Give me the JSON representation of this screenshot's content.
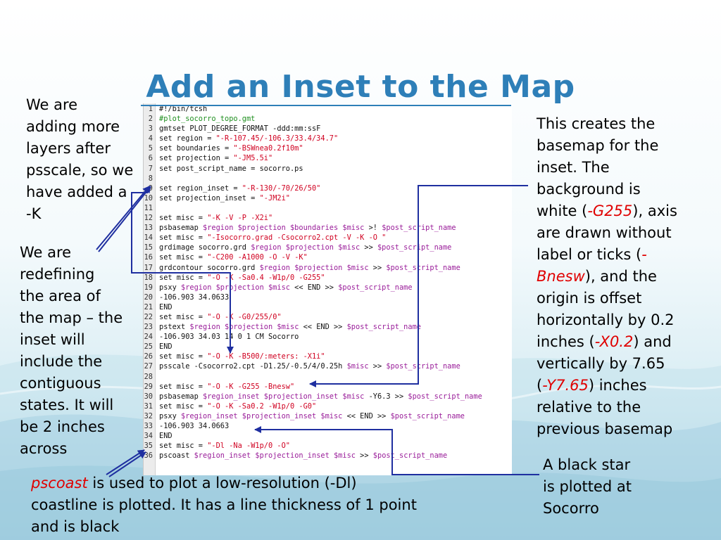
{
  "title": "Add an Inset to the Map",
  "notes": {
    "left_top": [
      "We are",
      "adding more",
      "layers after",
      "psscale, so we",
      "have added a",
      "-K"
    ],
    "left_mid": [
      "We are",
      "redefining",
      "the area of",
      "the map – the",
      "inset will",
      "include the",
      "contiguous",
      "states. It will",
      "be 2 inches",
      "across"
    ],
    "right_top": {
      "l1": "This creates the",
      "l2": "basemap for the",
      "l3": "inset. The",
      "l4": "background is",
      "l5a": "white (",
      "l5b": "-G255",
      "l5c": "), axis",
      "l6": "are drawn without",
      "l7a": "label or ticks (",
      "l7b": "-",
      "l8a": "Bnesw",
      "l8b": "), and the",
      "l9": "origin is offset",
      "l10": "horizontally by 0.2",
      "l11a": "inches  (",
      "l11b": "-X0.2",
      "l11c": ") and",
      "l12": "vertically by 7.65",
      "l13a": "(",
      "l13b": "-Y7.65",
      "l13c": ") inches",
      "l14": "relative to the",
      "l15": "previous basemap"
    },
    "right_bottom": [
      "A black star",
      "is plotted at",
      "Socorro"
    ],
    "bottom": {
      "cmd": "pscoast",
      "rest1": " is used to plot a low-resolution (-Dl)",
      "line2": "coastline is plotted. It has a line thickness of 1 point",
      "line3": "and is black"
    }
  },
  "code_lines": [
    [
      [
        "#!/bin/tcsh",
        "p"
      ]
    ],
    [
      [
        "#plot_socorro_topo.gmt",
        "c"
      ]
    ],
    [
      [
        "gmtset PLOT_DEGREE_FORMAT -ddd:mm:ssF",
        "p"
      ]
    ],
    [
      [
        "set region = ",
        "p"
      ],
      [
        "\"-R-107.45/-106.3/33.4/34.7\"",
        "s"
      ]
    ],
    [
      [
        "set boundaries = ",
        "p"
      ],
      [
        "\"-BSWnea0.2f10m\"",
        "s"
      ]
    ],
    [
      [
        "set projection = ",
        "p"
      ],
      [
        "\"-JM5.5i\"",
        "s"
      ]
    ],
    [
      [
        "set post_script_name = socorro.ps",
        "p"
      ]
    ],
    [
      [
        "",
        "p"
      ]
    ],
    [
      [
        "set region_inset = ",
        "p"
      ],
      [
        "\"-R-130/-70/26/50\"",
        "s"
      ]
    ],
    [
      [
        "set projection_inset = ",
        "p"
      ],
      [
        "\"-JM2i\"",
        "s"
      ]
    ],
    [
      [
        "",
        "p"
      ]
    ],
    [
      [
        "set misc = ",
        "p"
      ],
      [
        "\"-K -V -P -X2i\"",
        "s"
      ]
    ],
    [
      [
        "psbasemap ",
        "p"
      ],
      [
        "$region $projection $boundaries $misc",
        "v"
      ],
      [
        " >! ",
        "p"
      ],
      [
        "$post_script_name",
        "v"
      ]
    ],
    [
      [
        "set misc = ",
        "p"
      ],
      [
        "\"-Isocorro.grad -Csocorro2.cpt -V -K -O \"",
        "s"
      ]
    ],
    [
      [
        "grdimage socorro.grd ",
        "p"
      ],
      [
        "$region $projection $misc",
        "v"
      ],
      [
        " >> ",
        "p"
      ],
      [
        "$post_script_name",
        "v"
      ]
    ],
    [
      [
        "set misc = ",
        "p"
      ],
      [
        "\"-C200 -A1000 -O -V -K\"",
        "s"
      ]
    ],
    [
      [
        "grdcontour socorro.grd ",
        "p"
      ],
      [
        "$region $projection $misc",
        "v"
      ],
      [
        " >> ",
        "p"
      ],
      [
        "$post_script_name",
        "v"
      ]
    ],
    [
      [
        "set misc = ",
        "p"
      ],
      [
        "\"-O -K -Sa0.4 -W1p/0 -G255\"",
        "s"
      ]
    ],
    [
      [
        "psxy ",
        "p"
      ],
      [
        "$region $projection $misc",
        "v"
      ],
      [
        " << END >> ",
        "p"
      ],
      [
        "$post_script_name",
        "v"
      ]
    ],
    [
      [
        "-106.903 34.0633",
        "p"
      ]
    ],
    [
      [
        "END",
        "p"
      ]
    ],
    [
      [
        "set misc = ",
        "p"
      ],
      [
        "\"-O -K -G0/255/0\"",
        "s"
      ]
    ],
    [
      [
        "pstext ",
        "p"
      ],
      [
        "$region $projection $misc",
        "v"
      ],
      [
        " << END >> ",
        "p"
      ],
      [
        "$post_script_name",
        "v"
      ]
    ],
    [
      [
        "-106.903 34.03 14 0 1 CM Socorro",
        "p"
      ]
    ],
    [
      [
        "END",
        "p"
      ]
    ],
    [
      [
        "set misc = ",
        "p"
      ],
      [
        "\"-O -K -B500/:meters: -X1i\"",
        "s"
      ]
    ],
    [
      [
        "psscale -Csocorro2.cpt -D1.25/-0.5/4/0.25h ",
        "p"
      ],
      [
        "$misc",
        "v"
      ],
      [
        " >> ",
        "p"
      ],
      [
        "$post_script_name",
        "v"
      ]
    ],
    [
      [
        "",
        "p"
      ]
    ],
    [
      [
        "set misc = ",
        "p"
      ],
      [
        "\"-O -K -G255 -Bnesw\"",
        "s"
      ]
    ],
    [
      [
        "psbasemap ",
        "p"
      ],
      [
        "$region_inset $projection_inset $misc",
        "v"
      ],
      [
        " -Y6.3 >> ",
        "p"
      ],
      [
        "$post_script_name",
        "v"
      ]
    ],
    [
      [
        "set misc = ",
        "p"
      ],
      [
        "\"-O -K -Sa0.2 -W1p/0 -G0\"",
        "s"
      ]
    ],
    [
      [
        "psxy ",
        "p"
      ],
      [
        "$region_inset $projection_inset $misc",
        "v"
      ],
      [
        " << END >> ",
        "p"
      ],
      [
        "$post_script_name",
        "v"
      ]
    ],
    [
      [
        "-106.903 34.0663",
        "p"
      ]
    ],
    [
      [
        "END",
        "p"
      ]
    ],
    [
      [
        "set misc = ",
        "p"
      ],
      [
        "\"-Dl -Na -W1p/0 -O\"",
        "s"
      ]
    ],
    [
      [
        "pscoast ",
        "p"
      ],
      [
        "$region_inset $projection_inset $misc",
        "v"
      ],
      [
        " >> ",
        "p"
      ],
      [
        "$post_script_name",
        "v"
      ]
    ]
  ],
  "colors": {
    "title": "#2e7fb8",
    "string": "#d00020",
    "variable": "#9a1e9a",
    "comment": "#1f8f1f",
    "arrow": "#1f2fa0",
    "emphasis": "#e00000"
  }
}
